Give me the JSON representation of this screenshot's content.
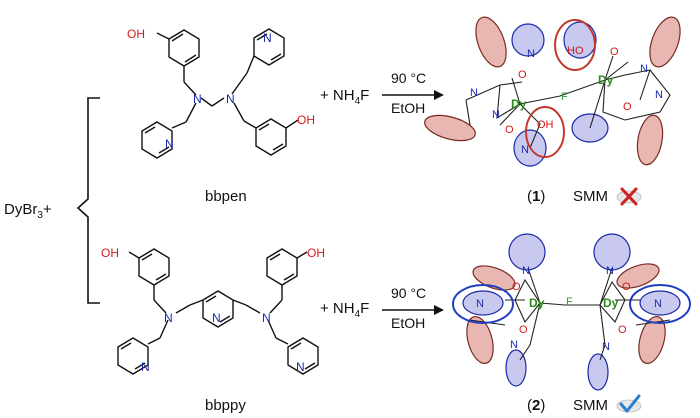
{
  "reactant": {
    "metal": "DyBr",
    "metal_sub": "3",
    "plus": "+"
  },
  "ligands": [
    {
      "name": "bbpen",
      "atoms": {
        "oh": "OH",
        "n": "N"
      }
    },
    {
      "name": "bbppy",
      "atoms": {
        "oh": "OH",
        "n": "N"
      }
    }
  ],
  "reagent": {
    "prefix": "+ NH",
    "sub": "4",
    "suffix": "F"
  },
  "condition": {
    "temp": "90 °C",
    "solvent": "EtOH"
  },
  "products": [
    {
      "label_num": "1",
      "magnet": "SMM",
      "verdict_icon": "cross-mark",
      "verdict_color": "#cc2222"
    },
    {
      "label_num": "2",
      "magnet": "SMM",
      "verdict_icon": "check-mark",
      "verdict_color": "#2a7fd0"
    }
  ],
  "atom_labels": {
    "dy": "Dy",
    "f": "F",
    "o": "O",
    "n": "N",
    "ho": "HO",
    "oh": "OH"
  },
  "colors": {
    "oxygen": "#d11a1a",
    "nitrogen": "#1a2aa8",
    "dy": "#2d8a1e",
    "f": "#2fa32f",
    "red_ring": "#c0392b",
    "blue_ring": "#1f3fbf",
    "phenol_fill": "#e9b7b2",
    "pyridine_fill": "#c9c9ef"
  }
}
